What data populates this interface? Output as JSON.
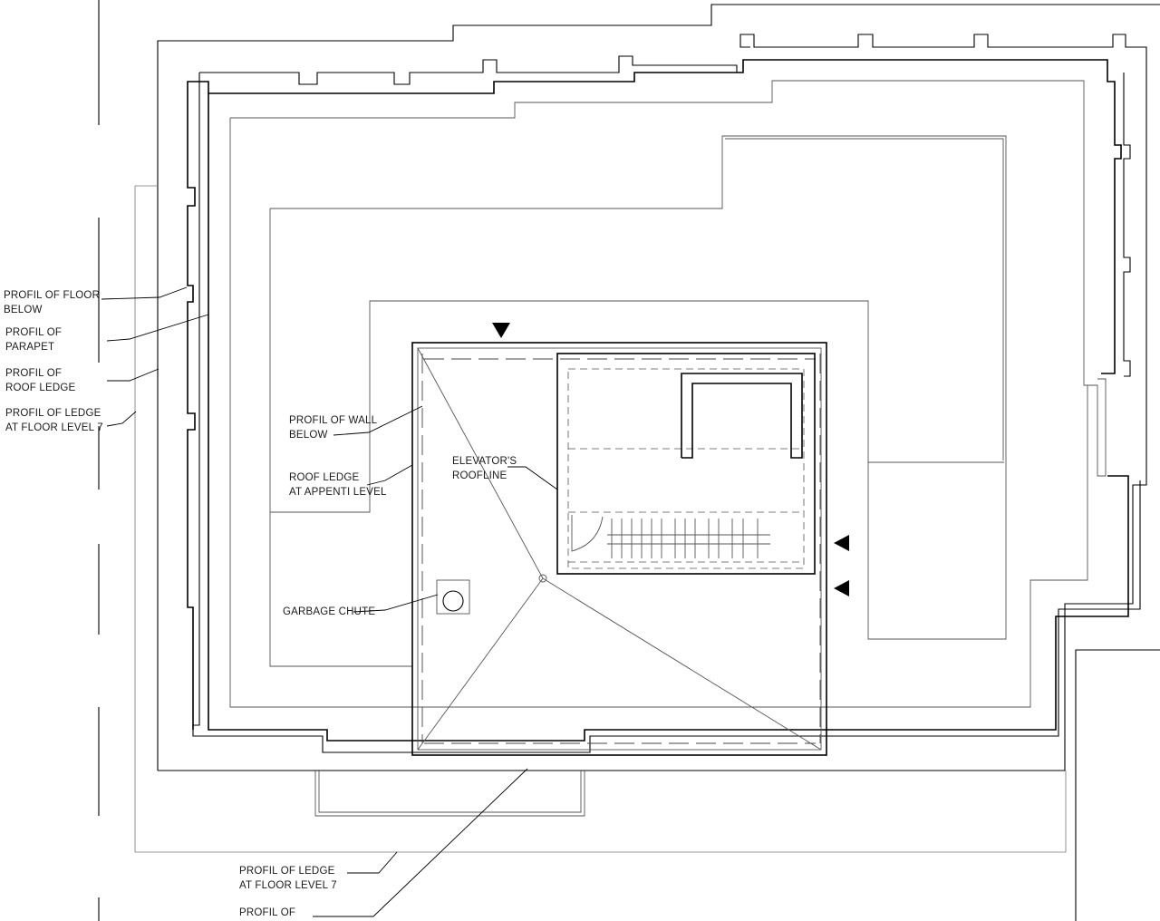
{
  "labels": {
    "floor_below_1": "PROFIL OF FLOOR",
    "floor_below_2": "BELOW",
    "parapet_1": "PROFIL OF",
    "parapet_2": "PARAPET",
    "roof_ledge_1": "PROFIL OF",
    "roof_ledge_2": "ROOF LEDGE",
    "ledge_l7_1": "PROFIL OF LEDGE",
    "ledge_l7_2": "AT FLOOR LEVEL 7",
    "wall_below_1": "PROFIL OF WALL",
    "wall_below_2": "BELOW",
    "appenti_1": "ROOF LEDGE",
    "appenti_2": "AT APPENTI LEVEL",
    "elevator_1": "ELEVATOR'S",
    "elevator_2": "ROOFLINE",
    "garbage": "GARBAGE CHUTE",
    "bottom_ledge_1": "PROFIL OF LEDGE",
    "bottom_ledge_2": "AT FLOOR LEVEL 7",
    "bottom_profil": "PROFIL OF"
  },
  "icons": {
    "view_marker": "triangle-marker-icon"
  }
}
